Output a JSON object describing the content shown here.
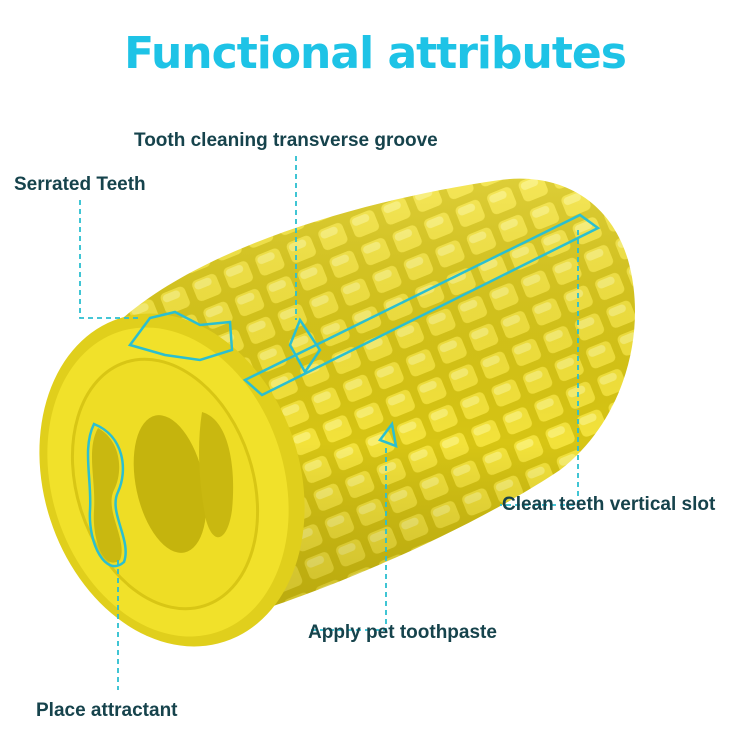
{
  "title": "Functional attributes",
  "labels": {
    "groove": "Tooth cleaning transverse groove",
    "serrated": "Serrated Teeth",
    "slot": "Clean teeth vertical slot",
    "toothpaste": "Apply pet toothpaste",
    "attractant": "Place attractant"
  },
  "colors": {
    "title": "#1ec3e6",
    "label": "#16434c",
    "toy_yellow": "#f1e12a",
    "toy_shadow": "#c9b90f",
    "callout": "#2bbfd0"
  }
}
